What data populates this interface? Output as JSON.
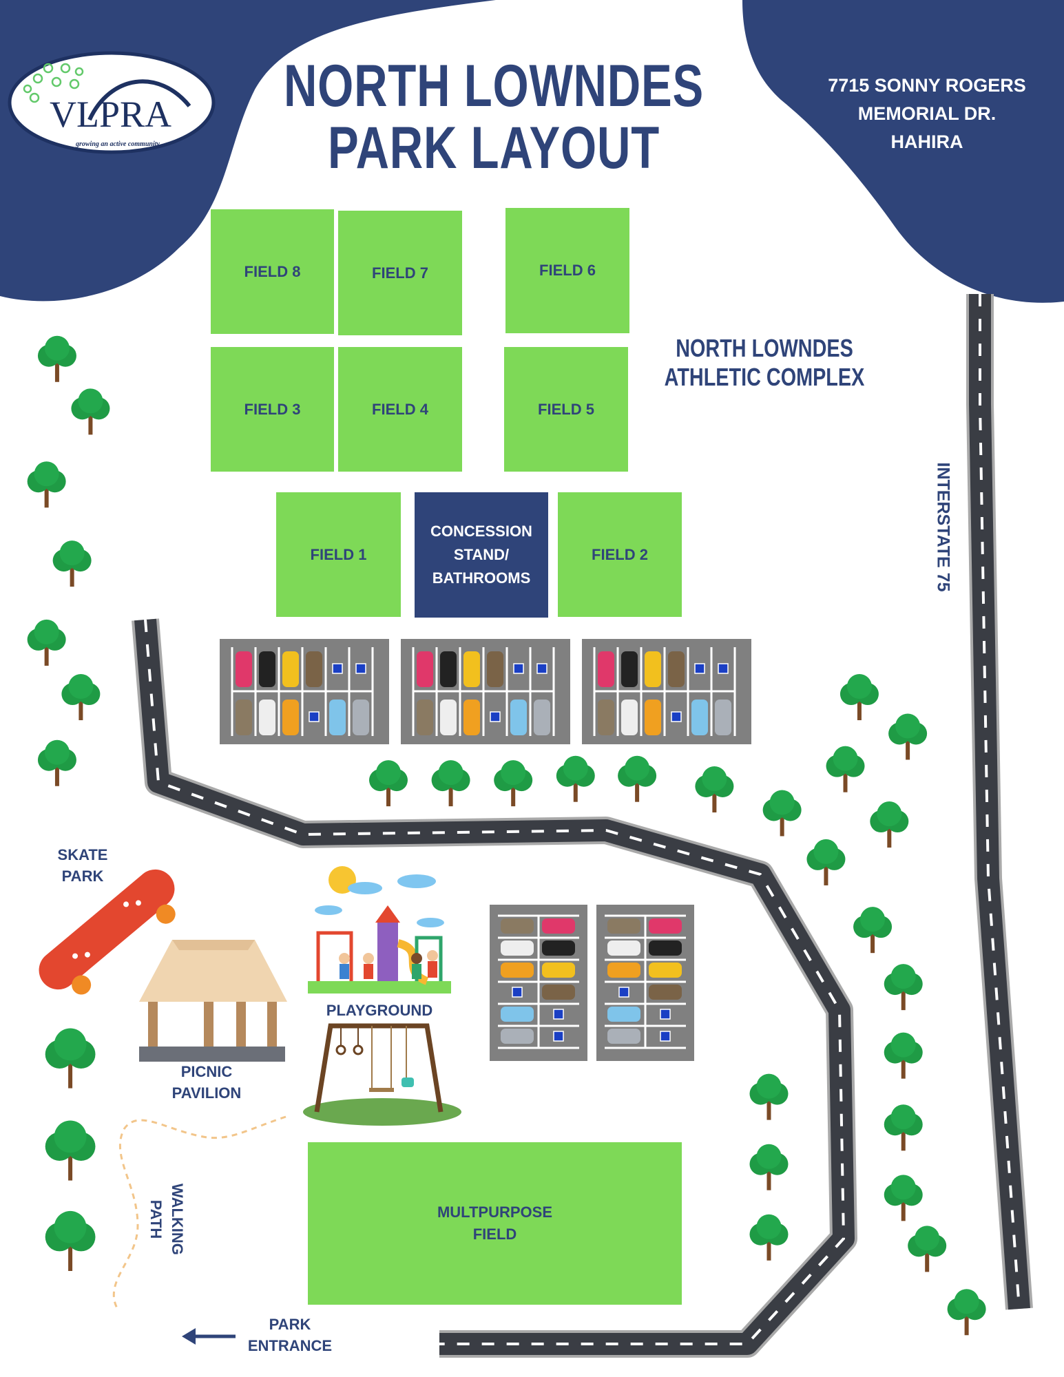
{
  "header": {
    "title_line1": "NORTH LOWNDES",
    "title_line2": "PARK LAYOUT",
    "address_line1": "7715 SONNY ROGERS",
    "address_line2": "MEMORIAL DR.",
    "address_line3": "HAHIRA"
  },
  "logo": {
    "text": "VLPRA",
    "tagline": "growing an active community"
  },
  "fields": {
    "f8": "FIELD 8",
    "f7": "FIELD 7",
    "f6": "FIELD 6",
    "f3": "FIELD 3",
    "f4": "FIELD 4",
    "f5": "FIELD 5",
    "f1": "FIELD 1",
    "f2": "FIELD 2",
    "concession_l1": "CONCESSION",
    "concession_l2": "STAND/",
    "concession_l3": "BATHROOMS",
    "multi_l1": "MULTPURPOSE",
    "multi_l2": "FIELD"
  },
  "labels": {
    "complex_l1": "NORTH LOWNDES",
    "complex_l2": "ATHLETIC COMPLEX",
    "interstate": "INTERSTATE 75",
    "skate_l1": "SKATE",
    "skate_l2": "PARK",
    "picnic_l1": "PICNIC",
    "picnic_l2": "PAVILION",
    "playground": "PLAYGROUND",
    "walking_l1": "WALKING",
    "walking_l2": "PATH",
    "entrance_l1": "PARK",
    "entrance_l2": "ENTRANCE"
  },
  "colors": {
    "navy": "#2f4479",
    "field": "#7ed957",
    "road": "#3a3d44",
    "lot": "#808080",
    "tree": "#1f9b45"
  }
}
